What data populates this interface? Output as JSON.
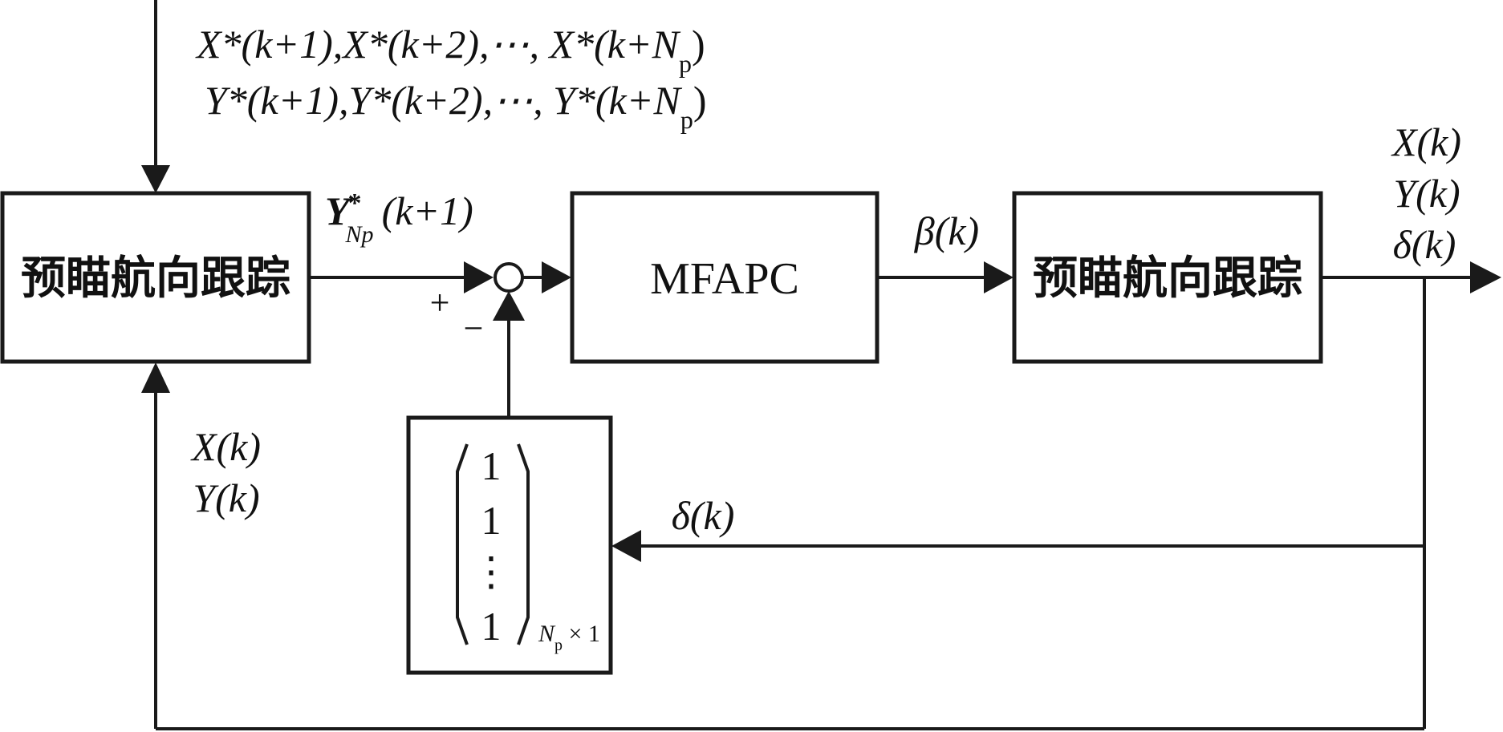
{
  "blocks": {
    "left_tracker": "预瞄航向跟踪",
    "mfapc": "MFAPC",
    "right_tracker": "预瞄航向跟踪"
  },
  "signals": {
    "ref_x_part1": "X*(k+1),X*(k+2),⋯, X*(k+N",
    "ref_y_part1": "Y*(k+1),Y*(k+2),⋯, Y*(k+N",
    "ref_sub": "p",
    "ref_close": ")",
    "yref_main": "Y",
    "yref_sup": "*",
    "yref_sub": "Np",
    "yref_arg": "(k+1)",
    "plus_sign": "+",
    "minus_sign": "−",
    "beta": "β(k)",
    "out_x": "X(k)",
    "out_y": "Y(k)",
    "out_delta": "δ(k)",
    "fb_x": "X(k)",
    "fb_y": "Y(k)",
    "fb_delta": "δ(k)"
  },
  "ones_vector": {
    "entries": [
      "1",
      "1",
      "⋮",
      "1"
    ],
    "dim_N": "N",
    "dim_sub": "p",
    "dim_rest": " × 1"
  }
}
